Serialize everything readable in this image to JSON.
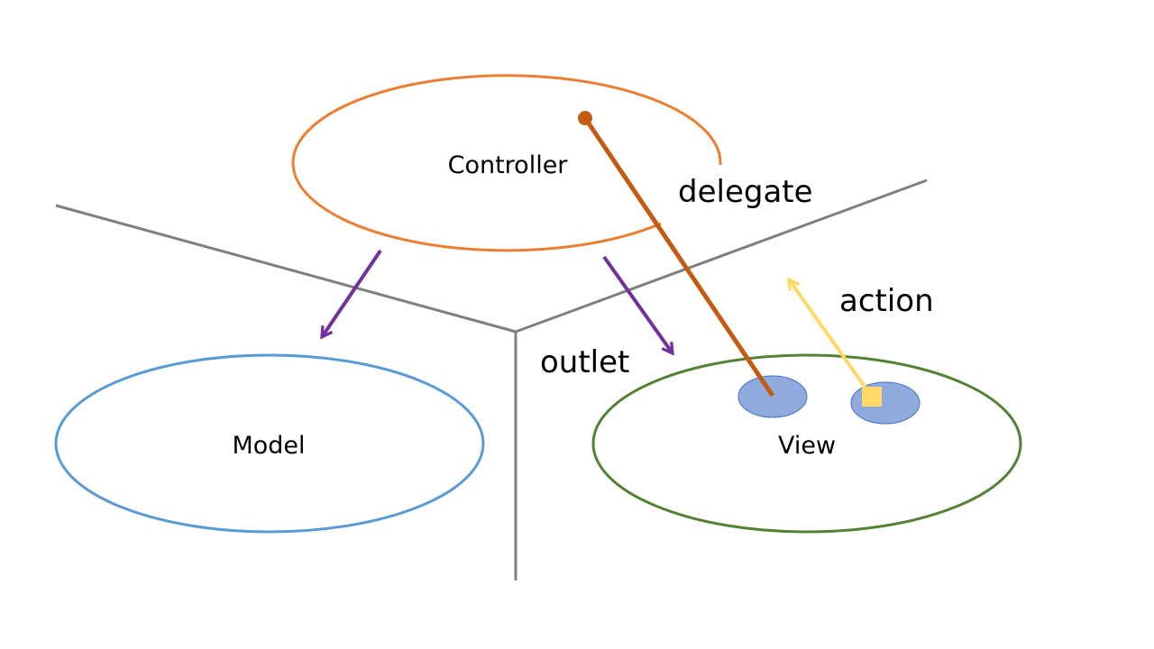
{
  "nodes": {
    "controller": {
      "label": "Controller",
      "color": "#ED7D31"
    },
    "model": {
      "label": "Model",
      "color": "#5B9BD5"
    },
    "view": {
      "label": "View",
      "color": "#548235"
    }
  },
  "edges": {
    "delegate": {
      "label": "delegate",
      "color": "#C55A11"
    },
    "outlet": {
      "label": "outlet",
      "color": "#7030A0"
    },
    "action": {
      "label": "action",
      "color": "#FFD966"
    },
    "controller_to_model": {
      "color": "#7030A0"
    }
  },
  "colors": {
    "divider": "#7F7F7F",
    "subview_fill": "#8FAADC",
    "subview_stroke": "#4472C4",
    "background": "#FFFFFF"
  }
}
